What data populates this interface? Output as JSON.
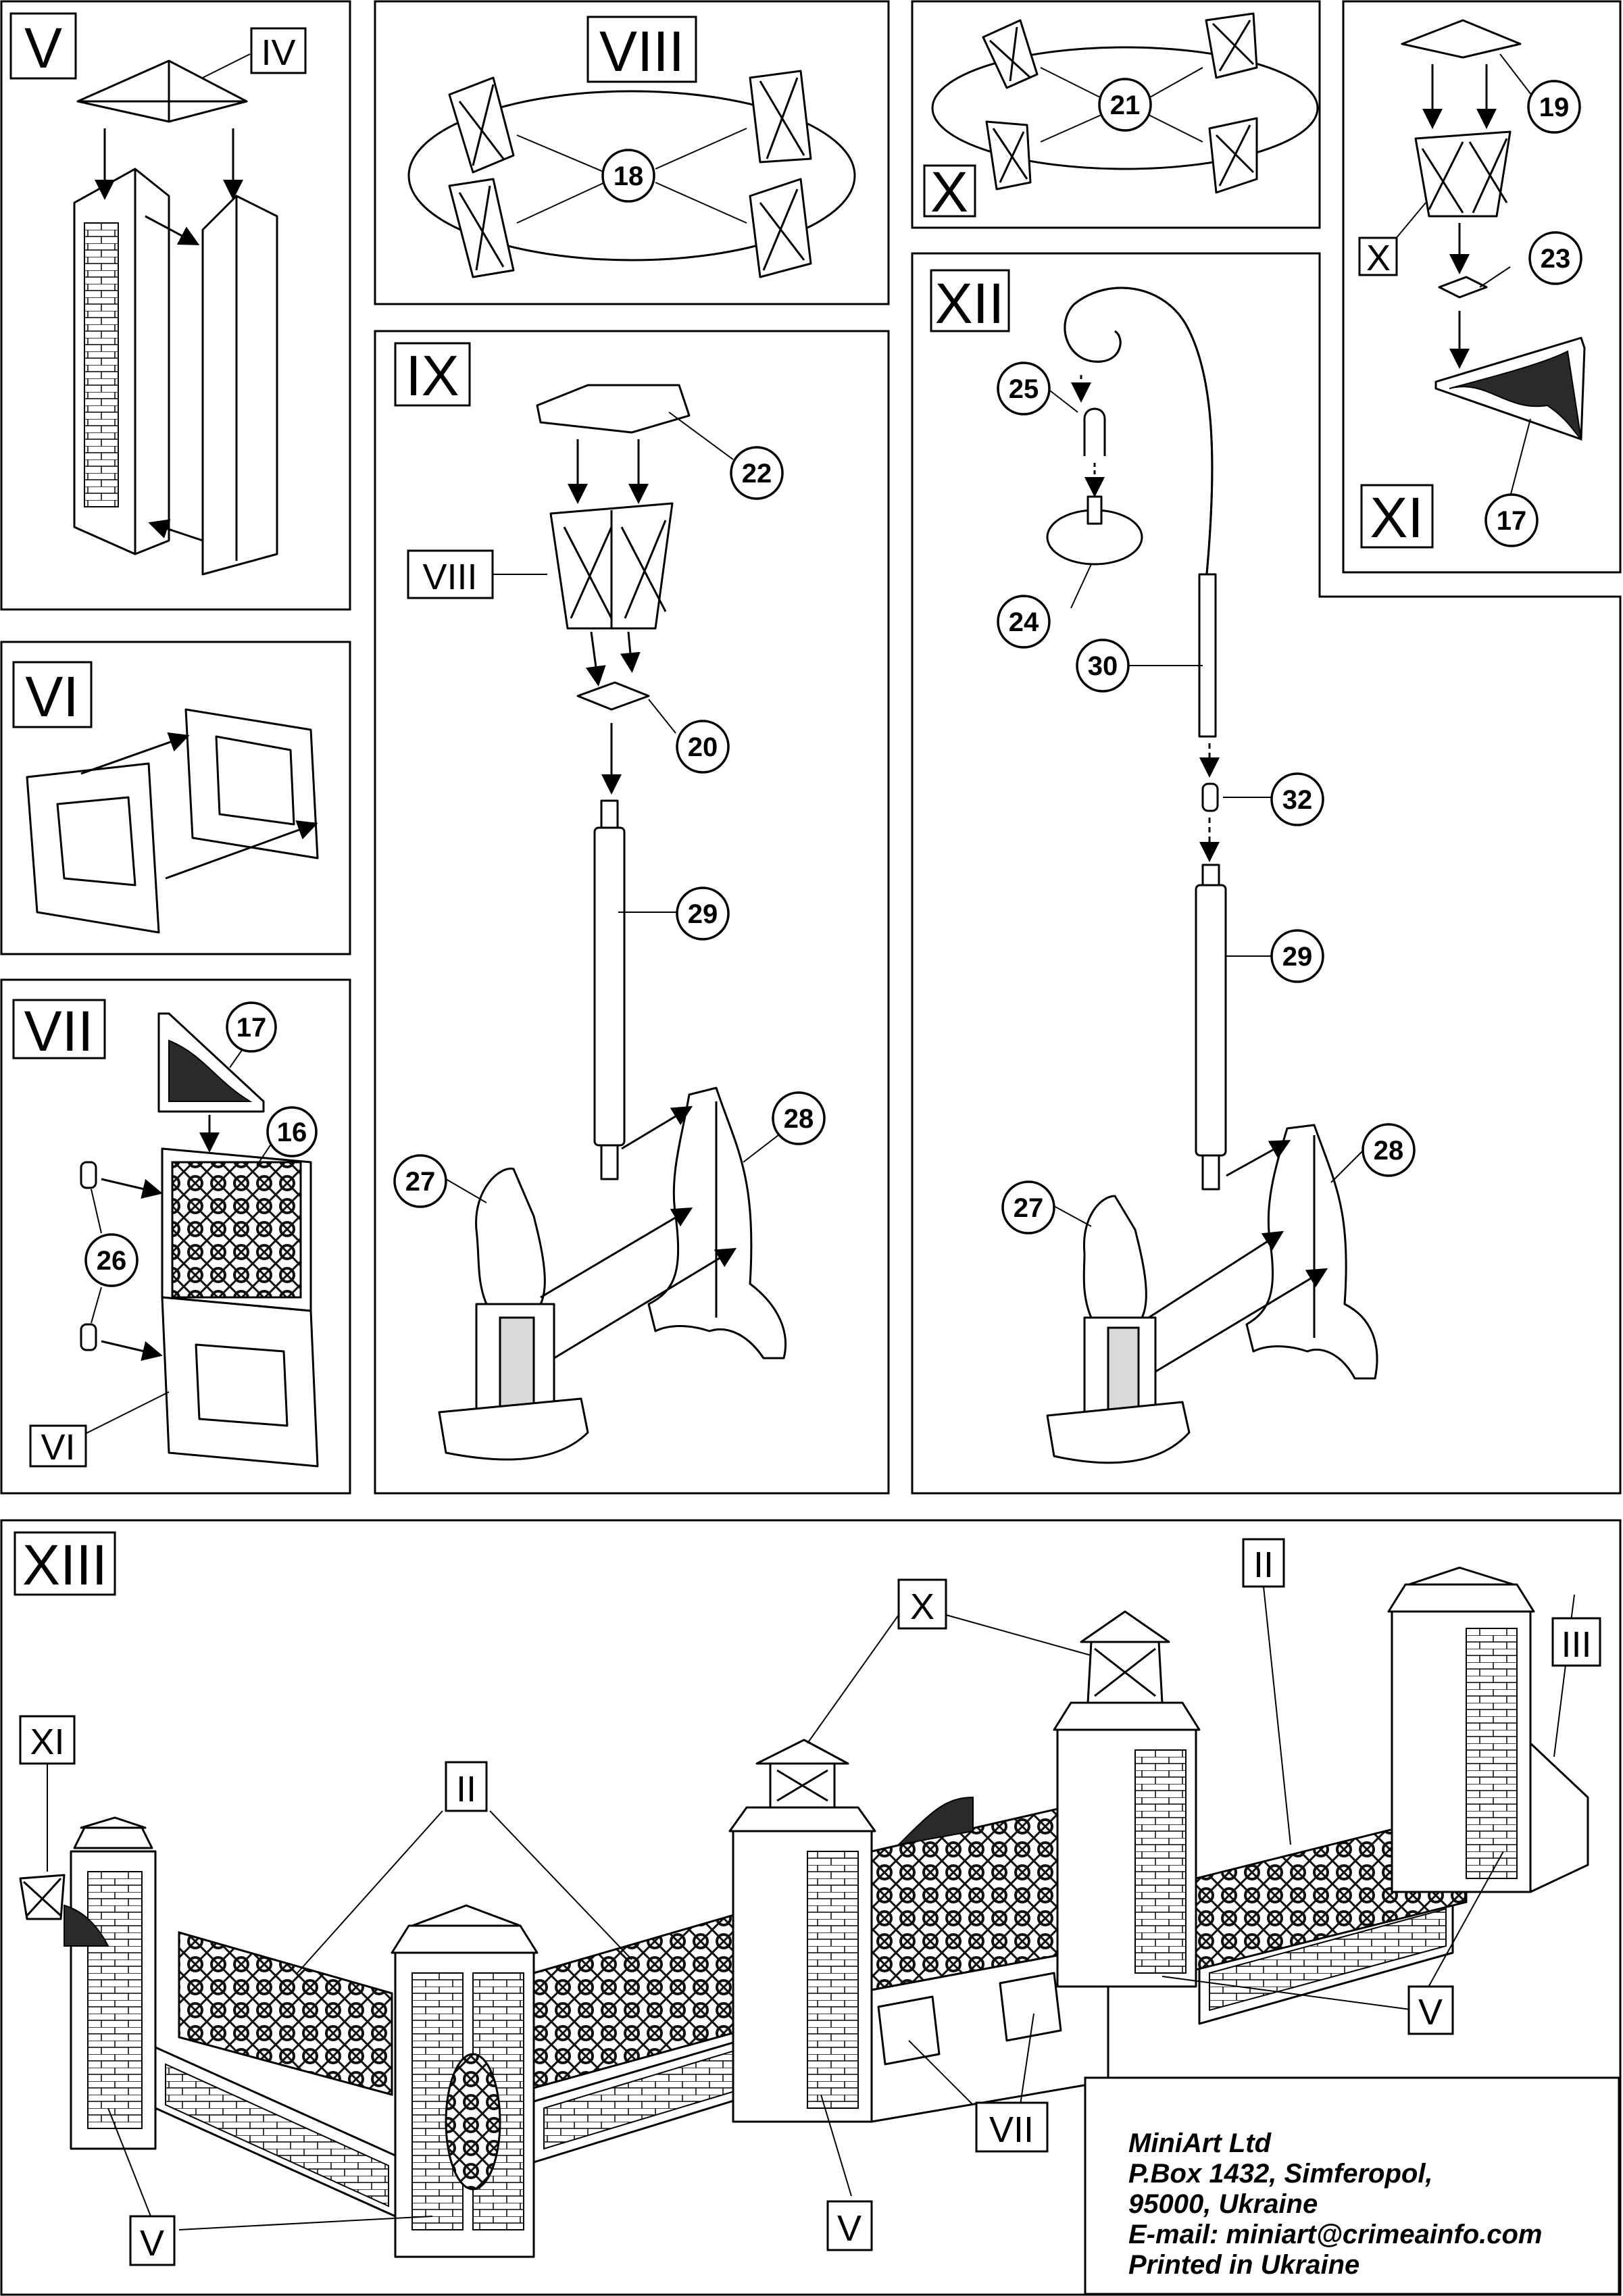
{
  "steps": {
    "V": "V",
    "VI": "VI",
    "VII": "VII",
    "VIII": "VIII",
    "IX": "IX",
    "X": "X",
    "XI": "XI",
    "XII": "XII",
    "XIII": "XIII"
  },
  "labels": {
    "IV": "IV",
    "II": "II",
    "III": "III",
    "V": "V",
    "VI": "VI",
    "VII": "VII",
    "VIII": "VIII",
    "X": "X",
    "XI": "XI"
  },
  "parts": {
    "p16": "16",
    "p17": "17",
    "p18": "18",
    "p19": "19",
    "p20": "20",
    "p21": "21",
    "p22": "22",
    "p23": "23",
    "p24": "24",
    "p25": "25",
    "p26": "26",
    "p27": "27",
    "p28": "28",
    "p29": "29",
    "p30": "30",
    "p32": "32"
  },
  "footer": {
    "company": "MiniArt Ltd",
    "box": "P.Box 1432, Simferopol,",
    "postal": "95000, Ukraine",
    "email": "E-mail: miniart@crimeainfo.com",
    "printed": "Printed in Ukraine"
  }
}
